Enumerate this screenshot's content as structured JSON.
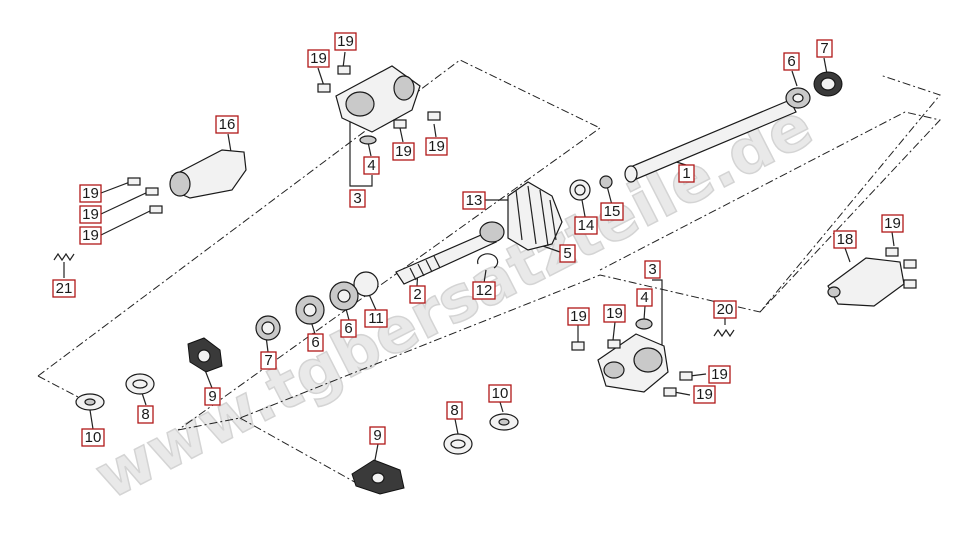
{
  "watermark": "www.tgbersatzteile.de",
  "labels": [
    {
      "id": "l19a",
      "text": "19"
    },
    {
      "id": "l19b",
      "text": "19"
    },
    {
      "id": "l19c",
      "text": "19"
    },
    {
      "id": "l19d",
      "text": "19"
    },
    {
      "id": "l4a",
      "text": "4"
    },
    {
      "id": "l3a",
      "text": "3"
    },
    {
      "id": "l16",
      "text": "16"
    },
    {
      "id": "l19e",
      "text": "19"
    },
    {
      "id": "l19f",
      "text": "19"
    },
    {
      "id": "l19g",
      "text": "19"
    },
    {
      "id": "l21",
      "text": "21"
    },
    {
      "id": "l6a",
      "text": "6"
    },
    {
      "id": "l7a",
      "text": "7"
    },
    {
      "id": "l1",
      "text": "1"
    },
    {
      "id": "l13",
      "text": "13"
    },
    {
      "id": "l14",
      "text": "14"
    },
    {
      "id": "l15",
      "text": "15"
    },
    {
      "id": "l5",
      "text": "5"
    },
    {
      "id": "l2",
      "text": "2"
    },
    {
      "id": "l12",
      "text": "12"
    },
    {
      "id": "l11",
      "text": "11"
    },
    {
      "id": "l6b",
      "text": "6"
    },
    {
      "id": "l6c",
      "text": "6"
    },
    {
      "id": "l7b",
      "text": "7"
    },
    {
      "id": "l9a",
      "text": "9"
    },
    {
      "id": "l8a",
      "text": "8"
    },
    {
      "id": "l10a",
      "text": "10"
    },
    {
      "id": "l3b",
      "text": "3"
    },
    {
      "id": "l4b",
      "text": "4"
    },
    {
      "id": "l19h",
      "text": "19"
    },
    {
      "id": "l19i",
      "text": "19"
    },
    {
      "id": "l19j",
      "text": "19"
    },
    {
      "id": "l19k",
      "text": "19"
    },
    {
      "id": "l19l",
      "text": "19"
    },
    {
      "id": "l20",
      "text": "20"
    },
    {
      "id": "l18",
      "text": "18"
    },
    {
      "id": "l10b",
      "text": "10"
    },
    {
      "id": "l8b",
      "text": "8"
    },
    {
      "id": "l9b",
      "text": "9"
    }
  ]
}
